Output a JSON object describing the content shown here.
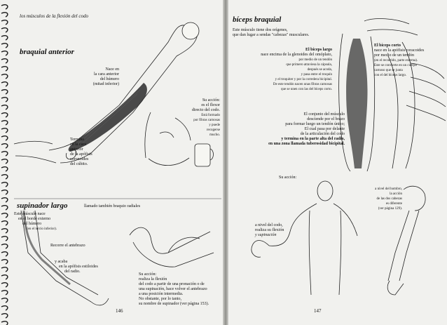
{
  "left_page": {
    "header": "los músculos de la flexión del codo",
    "brachialis": {
      "title": "braquial anterior",
      "origin": [
        "Nace en",
        "la cara anterior",
        "del húmero",
        "(mitad inferior)"
      ],
      "action": [
        "Su acción:",
        "es el flexor",
        "directo del codo.",
        "Está formado",
        "por fibras carnosas",
        "y puede",
        "recogerse",
        "mucho."
      ],
      "insertion": [
        "Termina",
        "en la cara",
        "anterior",
        "de la apófisis",
        "coronoides",
        "del cúbito."
      ]
    },
    "supinator": {
      "title": "supinador largo",
      "subtitle": "llamado también braquio radiales",
      "origin": [
        "Este músculo nace",
        "en el borde externo",
        "del húmero",
        "(en el tercio inferior)."
      ],
      "course": "Recorre el antebrazo",
      "insertion": [
        "y acaba",
        "en la apófisis estiloides",
        "del radio."
      ],
      "action": [
        "Su acción:",
        "realiza la flexión",
        "del codo a partir de una pronación o de",
        "una supinación, hace volver el antebrazo",
        "a una posición intermedia.",
        "No obstante, por lo tanto,",
        "su nombre de supinador (ver página 153)."
      ]
    },
    "page_number": "146"
  },
  "right_page": {
    "biceps": {
      "title": "bíceps braquial",
      "intro": [
        "Este músculo tiene dos orígenes,",
        "que dan lugar a sendas \"cabezas\" musculares."
      ],
      "long_head": [
        "El bíceps largo",
        "nace encima de la glenoides del omóplato,",
        "por medio de un tendón",
        "que primero atraviesa la cápsula,",
        "después se acoda,",
        "y pasa entre el troquín",
        "y el troquiter y por la corredera bicipital.",
        "De este tendón nacen unas fibras carnosas",
        "que se unen con las del bíceps corto."
      ],
      "short_head": [
        "El bíceps corto",
        "nace en la apófisis coracoides",
        "por medio de un tendón",
        "(en el recorrido, parte externa).",
        "Este se convierte en un cuerpo",
        "carnoso que se junta",
        "con el del bíceps largo."
      ],
      "body": [
        "El conjunto del músculo",
        "desciende por el brazo",
        "para formar luego un tendón único;",
        "El cual pasa por delante",
        "de la articulación del codo",
        "y termina en la parte alta del radio,",
        "en una zona llamada tuberosidad bicipital."
      ],
      "action_label": "Su acción:",
      "elbow": [
        "a nivel del codo,",
        "realiza su flexión",
        "y supinación"
      ],
      "shoulder": [
        "a nivel del hombro,",
        "la acción",
        "de las dos cabezas",
        "es diferente",
        "(ver página 129)."
      ]
    },
    "page_number": "147"
  },
  "colors": {
    "paper": "#f1f1ee",
    "ink": "#111111",
    "muscle": "#2b2b2b"
  }
}
